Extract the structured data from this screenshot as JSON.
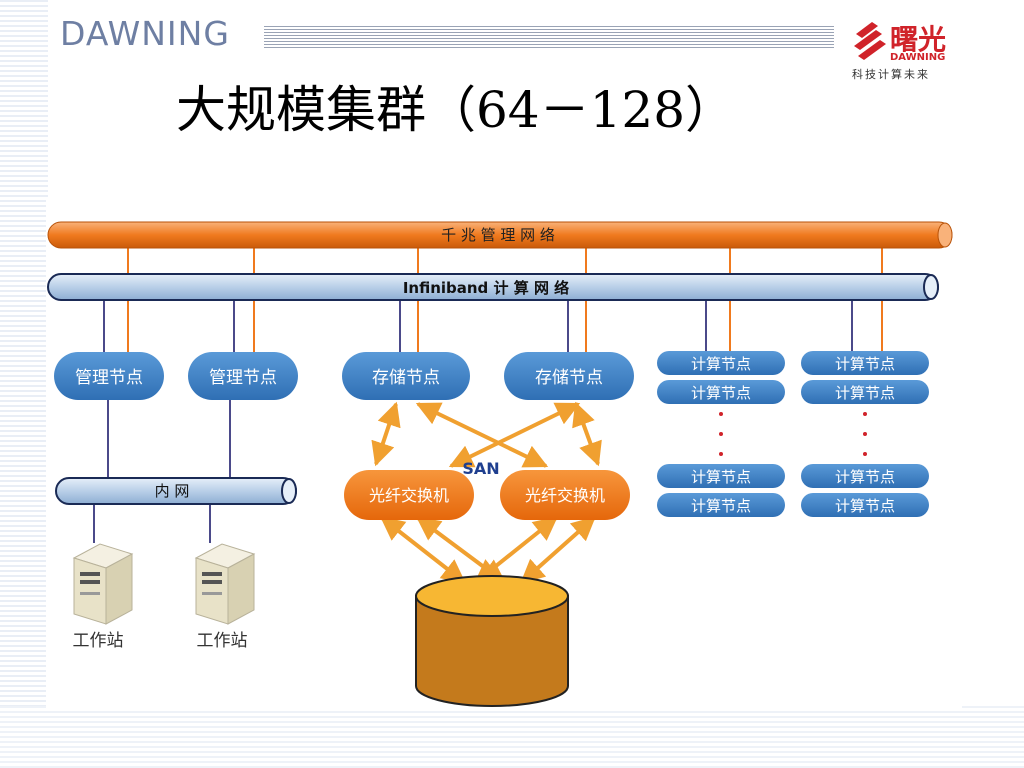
{
  "header": {
    "brand": "DAWNING",
    "logo_cn": "曙光",
    "logo_en": "DAWNING",
    "logo_slogan": "科技计算未来"
  },
  "title": "大规模集群（64－128）",
  "diagram": {
    "mgmt_network": "千  兆  管  理  网  络",
    "compute_network": "Infiniband  计    算    网    络",
    "internal_network": "内    网",
    "mgmt_node": "管理节点",
    "storage_node": "存储节点",
    "fc_switch": "光纤交换机",
    "san": "SAN",
    "compute_node": "计算节点",
    "workstation": "工作站"
  },
  "colors": {
    "orange": "#f07a1e",
    "blue_node": "#3d7fc4",
    "pipe_blue": "#c5d8ee",
    "storage": "#c47a1c"
  }
}
